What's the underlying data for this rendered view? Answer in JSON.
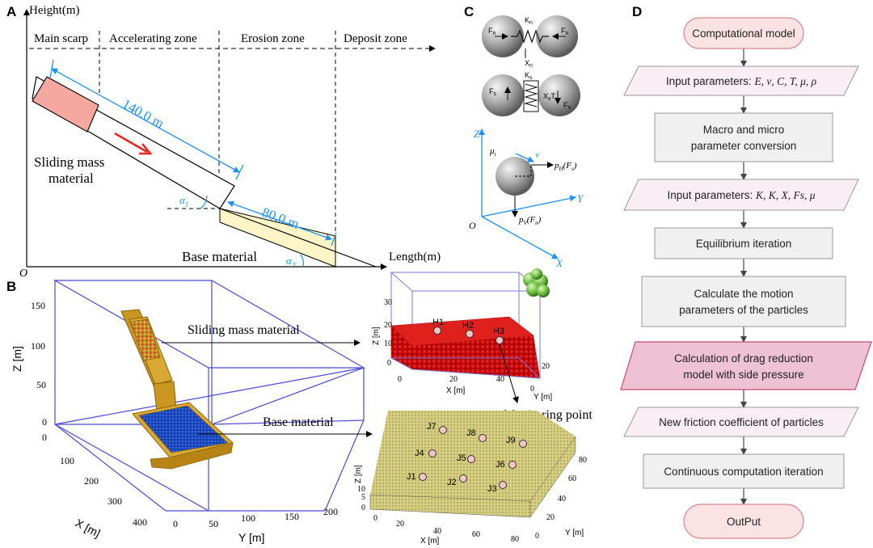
{
  "panels": {
    "a": "A",
    "b": "B",
    "c": "C",
    "d": "D"
  },
  "panel_a": {
    "y_axis_label": "Height(m)",
    "x_axis_label": "Length(m)",
    "origin": "O",
    "zones": [
      "Main scarp",
      "Accelerating zone",
      "Erosion zone",
      "Deposit zone"
    ],
    "length_slope": "140.0 m",
    "length_base": "80.0 m",
    "sliding_mass_1": "Sliding mass",
    "sliding_mass_2": "material",
    "base_material": "Base material",
    "alpha1": "α",
    "alpha1_sub": "1",
    "alpha2": "α",
    "alpha2_sub": "2"
  },
  "panel_b": {
    "z_label": "Z [m]",
    "x_label": "X [m]",
    "y_label": "Y [m]",
    "z_ticks": [
      "150",
      "100",
      "50",
      "0"
    ],
    "x_ticks": [
      "0",
      "100",
      "200",
      "300",
      "400"
    ],
    "y_ticks": [
      "0",
      "50",
      "100",
      "150",
      "200"
    ],
    "callout_sliding": "Sliding mass material",
    "callout_base": "Base material",
    "monitoring": "Monitoring point",
    "top_inset": {
      "z_label": "Z [m]",
      "x_label": "X [m]",
      "y_label": "Y [m]",
      "z_ticks": [
        "30",
        "20",
        "10",
        "0"
      ],
      "x_ticks": [
        "0",
        "20",
        "40"
      ],
      "y_ticks": [
        "0",
        "20"
      ],
      "points": [
        "H1",
        "H2",
        "H3"
      ]
    },
    "bottom_inset": {
      "z_label": "Z [m]",
      "x_label": "X [m]",
      "y_label": "Y [m]",
      "z_ticks": [
        "10",
        "5",
        "0"
      ],
      "x_ticks": [
        "0",
        "20",
        "40",
        "60",
        "80"
      ],
      "y_ticks": [
        "0",
        "20",
        "40",
        "60",
        "80"
      ],
      "points": [
        "J1",
        "J2",
        "J3",
        "J4",
        "J5",
        "J6",
        "J7",
        "J8",
        "J9"
      ]
    }
  },
  "panel_c": {
    "kn": "K",
    "kn_sub": "n",
    "xn": "X",
    "xn_sub": "n",
    "fn": "F",
    "fn_sub": "n",
    "ks": "K",
    "ks_sub": "s",
    "fs": "F",
    "fs_sub": "s",
    "xst": "X",
    "xst_sub": "s",
    "xst_tail": "T",
    "z": "Z",
    "y": "Y",
    "x": "X",
    "o": "O",
    "mu": "μ",
    "mu_sub": "t",
    "v": "v",
    "ph": "p",
    "ph_sub": "H",
    "ph_arg": "(F",
    "ph_arg_sub": "s",
    "ph_close": ")",
    "pv": "p",
    "pv_sub": "V",
    "pv_arg": "(F",
    "pv_arg_sub": "n",
    "pv_close": ")"
  },
  "flowchart": {
    "colors": {
      "pink_fill": "#f9e0e5",
      "pink_stroke": "#d98a99",
      "pale_fill": "#f8eef4",
      "gray_fill": "#f0f0f0",
      "highlight_fill": "#efc2d3",
      "highlight_stroke": "#c84a6e",
      "arrow": "#333333"
    },
    "start": "Computational model",
    "input1_prefix": "Input parameters: ",
    "input1_params": "E, ν, C, T, μ, ρ",
    "step_macro_1": "Macro and micro",
    "step_macro_2": "parameter conversion",
    "input2_prefix": "Input parameters: ",
    "input2_params": "K, K, X, Fs, μ",
    "step_equilibrium": "Equilibrium iteration",
    "step_motion_1": "Calculate the motion",
    "step_motion_2": "parameters of the particles",
    "step_drag_1": "Calculation of drag reduction",
    "step_drag_2": "model with side pressure",
    "step_friction": "New friction coefficient of particles",
    "step_continuous": "Continuous computation iteration",
    "end": "OutPut"
  }
}
